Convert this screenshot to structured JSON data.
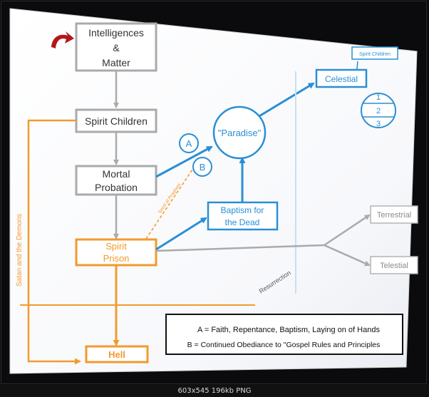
{
  "diagram": {
    "boxes": {
      "intelligences": [
        "Intelligences",
        "&",
        "Matter"
      ],
      "spirit_children": "Spirit Children",
      "mortal_probation": [
        "Mortal",
        "Probation"
      ],
      "spirit_prison": [
        "Spirit",
        "Prison"
      ],
      "hell": "Hell",
      "paradise": "\"Paradise\"",
      "baptism_for_dead": [
        "Baptism for",
        "the Dead"
      ],
      "celestial": "Celestial",
      "spirit_children_tag": "Spirit Children",
      "terrestrial": "Terrestrial",
      "telestial": "Telestial",
      "circle_a": "A",
      "circle_b": "B",
      "celestial_levels": [
        "1",
        "2",
        "3"
      ]
    },
    "labels": {
      "satan": "Satan and the Demons",
      "resurrection": "Resurrection",
      "seed_of_prophets": "Seed of Prophets"
    },
    "legend": {
      "line_a": "A = Faith, Repentance, Baptism, Laying on of Hands",
      "line_b": "B = Continued Obediance to \"Gospel Rules and Principles"
    },
    "colors": {
      "gray": "#aaaaaa",
      "blue": "#2a8fd4",
      "orange": "#f29a2e",
      "arrow_red": "#b3161a",
      "board": "#ffffff"
    },
    "icons": {
      "pointer": "curved-arrow-icon"
    }
  },
  "caption": "603x545 196kb PNG"
}
